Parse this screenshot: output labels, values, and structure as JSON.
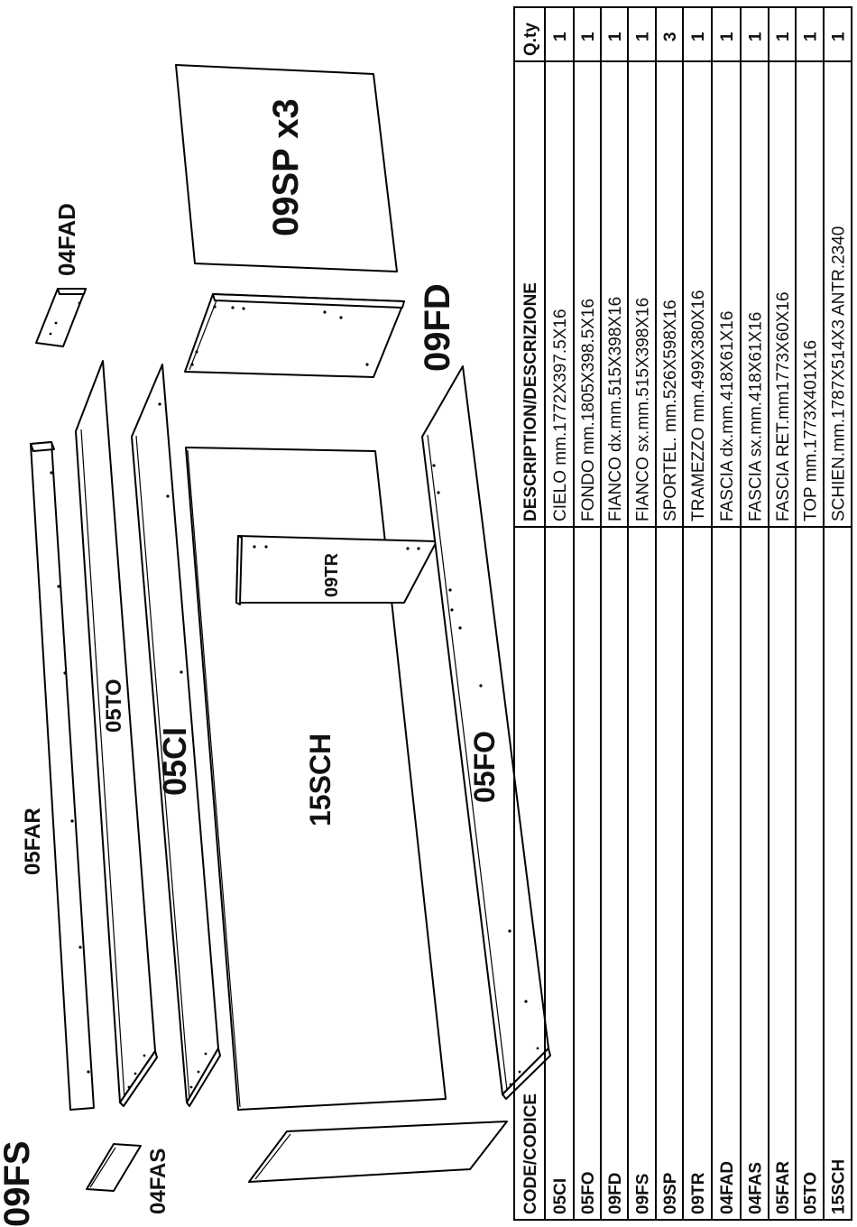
{
  "labels": {
    "p05FAR": "05FAR",
    "p05TO": "05TO",
    "p05CI": "05CI",
    "p15SCH": "15SCH",
    "p05FO": "05FO",
    "p09TR": "09TR",
    "p09FD": "09FD",
    "p09SP": "09SP x3",
    "p04FAD": "04FAD",
    "p04FAS": "04FAS",
    "p09FS": "09FS"
  },
  "table": {
    "headers": {
      "code": "CODE/CODICE",
      "description": "DESCRIPTION/DESCRIZIONE",
      "qty": "Q.ty"
    },
    "rows": [
      {
        "code": "05CI",
        "description": "CIELO mm.1772X397.5X16",
        "qty": "1"
      },
      {
        "code": "05FO",
        "description": "FONDO mm.1805X398.5X16",
        "qty": "1"
      },
      {
        "code": "09FD",
        "description": "FIANCO dx.mm.515X398X16",
        "qty": "1"
      },
      {
        "code": "09FS",
        "description": "FIANCO sx.mm.515X398X16",
        "qty": "1"
      },
      {
        "code": "09SP",
        "description": "SPORTEL. mm.526X598X16",
        "qty": "3"
      },
      {
        "code": "09TR",
        "description": "TRAMEZZO  mm.499X380X16",
        "qty": "1"
      },
      {
        "code": "04FAD",
        "description": "FASCIA dx.mm.418X61X16",
        "qty": "1"
      },
      {
        "code": "04FAS",
        "description": "FASCIA sx.mm.418X61X16",
        "qty": "1"
      },
      {
        "code": "05FAR",
        "description": "FASCIA RET.mm1773X60X16",
        "qty": "1"
      },
      {
        "code": "05TO",
        "description": "TOP mm.1773X401X16",
        "qty": "1"
      },
      {
        "code": "15SCH",
        "description": "SCHIEN.mm.1787X514X3 ANTR.2340",
        "qty": "1"
      }
    ]
  }
}
